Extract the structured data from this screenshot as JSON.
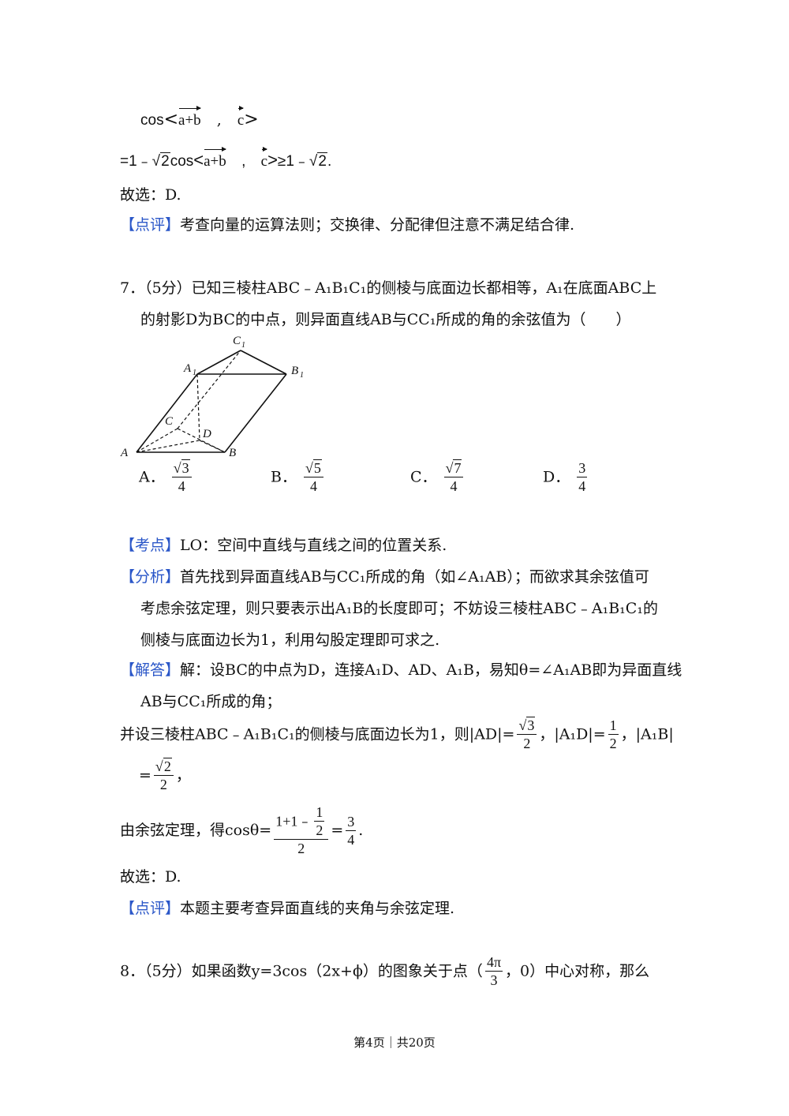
{
  "section6": {
    "cos_label": "cos",
    "vec_ab": "a+b",
    "vec_c": "c",
    "l2_prefix": "=1﹣",
    "l2_rad": "2",
    "l2_cos": "cos",
    "l2_tail_a": "≥1﹣",
    "l2_tail_b": ".",
    "choose": "故选：D.",
    "comment_tag": "【点评】",
    "comment_text": "考查向量的运算法则；交换律、分配律但注意不满足结合律."
  },
  "q7": {
    "line1": "7．（5分）已知三棱柱ABC﹣A₁B₁C₁的侧棱与底面边长都相等，A₁在底面ABC上",
    "line2": "的射影D为BC的中点，则异面直线AB与CC₁所成的角的余弦值为（　　）",
    "figure_labels": {
      "A": "A",
      "B": "B",
      "C": "C",
      "D": "D",
      "A1": "A",
      "B1": "B",
      "C1": "C",
      "sub1": "1"
    },
    "options": [
      {
        "label": "A．",
        "num": "3",
        "den": "4",
        "sqrt": true
      },
      {
        "label": "B．",
        "num": "5",
        "den": "4",
        "sqrt": true
      },
      {
        "label": "C．",
        "num": "7",
        "den": "4",
        "sqrt": true
      },
      {
        "label": "D．",
        "num": "3",
        "den": "4",
        "sqrt": false
      }
    ],
    "kaodian_tag": "【考点】",
    "kaodian": "LO：空间中直线与直线之间的位置关系.",
    "fenxi_tag": "【分析】",
    "fenxi_1": "首先找到异面直线AB与CC₁所成的角（如∠A₁AB）；而欲求其余弦值可",
    "fenxi_2": "考虑余弦定理，则只要表示出A₁B的长度即可；不妨设三棱柱ABC﹣A₁B₁C₁的",
    "fenxi_3": "侧棱与底面边长为1，利用勾股定理即可求之.",
    "jieda_tag": "【解答】",
    "jieda_1": "解：设BC的中点为D，连接A₁D、AD、A₁B，易知θ=∠A₁AB即为异面直线",
    "jieda_2": "AB与CC₁所成的角；",
    "jieda_3a": "并设三棱柱ABC﹣A₁B₁C₁的侧棱与底面边长为1，则",
    "ad_label": "|AD|=",
    "ad_num": "3",
    "ad_den": "2",
    "a1d_label": "，|A₁D|=",
    "a1d_num": "1",
    "a1d_den": "2",
    "a1b_label": "，|A₁B|",
    "a1b_eq": "=",
    "a1b_num": "2",
    "a1b_den": "2",
    "a1b_tail": "，",
    "cos_prefix": "由余弦定理，得cosθ=",
    "cos_num_a": "1+1﹣",
    "cos_num_fn": "1",
    "cos_num_fd": "2",
    "cos_den": "2",
    "cos_eq": "=",
    "cos_res_num": "3",
    "cos_res_den": "4",
    "cos_tail": ".",
    "choose": "故选：D.",
    "comment_tag": "【点评】",
    "comment_text": "本题主要考查异面直线的夹角与余弦定理."
  },
  "q8": {
    "line_a": "8．（5分）如果函数y=3cos（2x+ϕ）的图象关于点（",
    "frac_num": "4π",
    "frac_den": "3",
    "line_b": "，0）中心对称，那么"
  },
  "footer": {
    "text": "第4页｜共20页"
  }
}
